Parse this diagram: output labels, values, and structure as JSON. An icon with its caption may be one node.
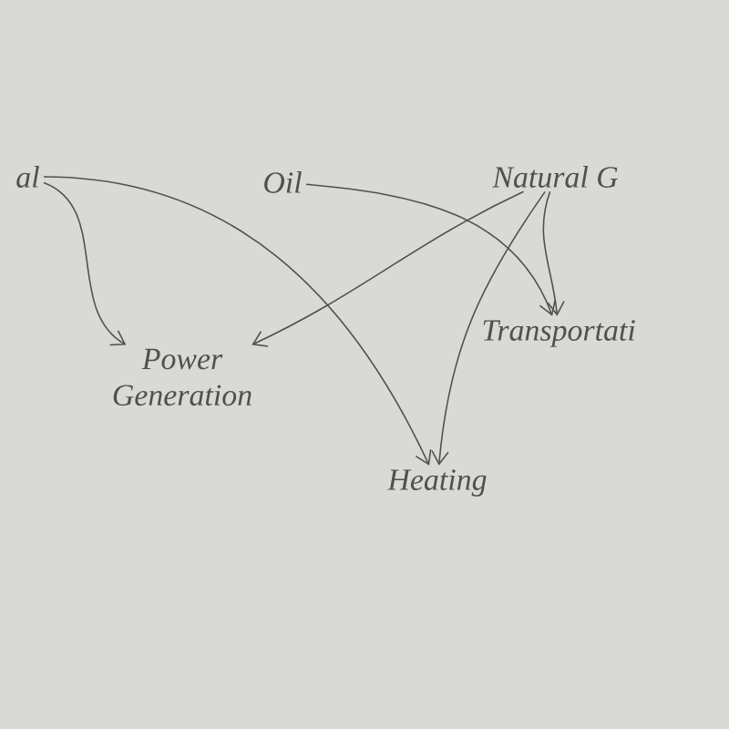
{
  "diagram": {
    "nodes": [
      {
        "text": [
          "al"
        ]
      },
      {
        "text": [
          "Oil"
        ]
      },
      {
        "text": [
          "Natural G"
        ]
      },
      {
        "text": [
          "Power Generation"
        ]
      },
      {
        "text": [
          "Transportati"
        ]
      },
      {
        "text": [
          "Heating"
        ]
      }
    ],
    "edges": [
      {
        "from": 0,
        "to": 3,
        "arrow": "to"
      },
      {
        "from": 0,
        "to": 5,
        "arrow": "to"
      },
      {
        "from": 1,
        "to": 4,
        "arrow": "to"
      },
      {
        "from": 2,
        "to": 3,
        "arrow": "to"
      },
      {
        "from": 2,
        "to": 5,
        "arrow": "to"
      },
      {
        "from": 2,
        "to": 4,
        "arrow": "to"
      }
    ]
  }
}
